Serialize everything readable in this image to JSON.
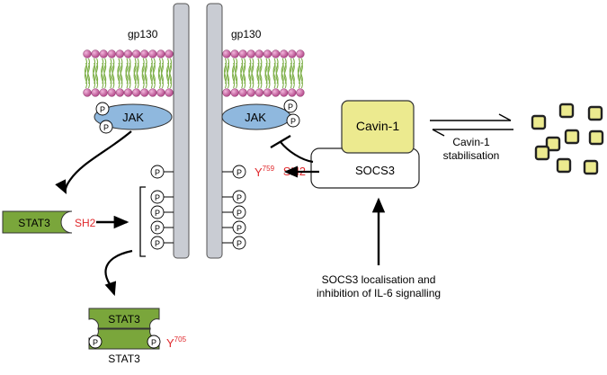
{
  "receptor": {
    "left_label": "gp130",
    "right_label": "gp130"
  },
  "kinases": {
    "left_label": "JAK",
    "right_label": "JAK"
  },
  "phospho": {
    "symbol": "P"
  },
  "stat3": {
    "label": "STAT3",
    "sh2_label": "SH2",
    "dimer_top_label": "STAT3",
    "dimer_bottom_label": "STAT3",
    "tyrosine_label": "Y",
    "tyrosine_number": "705"
  },
  "socs3": {
    "label": "SOCS3",
    "sh2_label": "SH2",
    "tyrosine_label": "Y",
    "tyrosine_number": "759"
  },
  "cavin": {
    "label": "Cavin-1",
    "stabilisation_line1": "Cavin-1",
    "stabilisation_line2": "stabilisation"
  },
  "annotation": {
    "line1": "SOCS3 localisation and",
    "line2": "inhibition of IL-6 signalling"
  },
  "colors": {
    "membrane_head": "#c8579a",
    "membrane_tail": "#7fb04a",
    "receptor": "#c9ccd3",
    "jak": "#8fb8de",
    "stat3": "#7aa63b",
    "cavin": "#ecea8f",
    "highlight_red": "#e0282c"
  }
}
